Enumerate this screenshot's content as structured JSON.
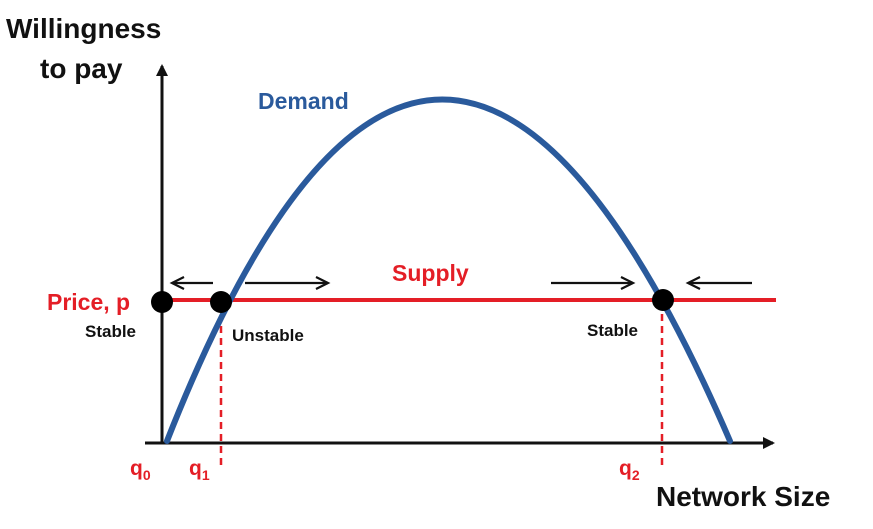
{
  "axes": {
    "y_title_line1": "Willingness",
    "y_title_line2": "to pay",
    "x_title": "Network Size"
  },
  "curves": {
    "demand_label": "Demand",
    "supply_label": "Supply",
    "price_label": "Price, p"
  },
  "points": {
    "q0_label": "Stable",
    "q1_label": "Unstable",
    "q2_label": "Stable"
  },
  "quantities": [
    {
      "base": "q",
      "sub": "0"
    },
    {
      "base": "q",
      "sub": "1"
    },
    {
      "base": "q",
      "sub": "2"
    }
  ],
  "colors": {
    "demand": "#2a5a9c",
    "supply": "#e41e26",
    "axis": "#111111",
    "point": "#000000"
  }
}
